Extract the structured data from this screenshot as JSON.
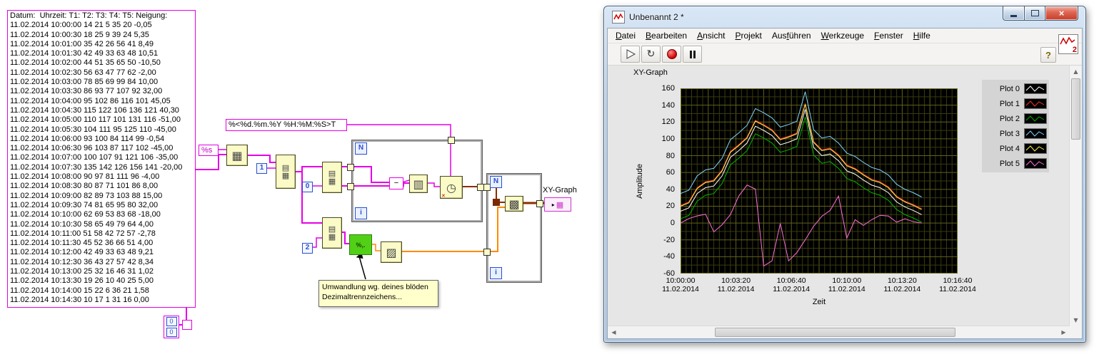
{
  "diagram": {
    "string_constant": {
      "lines": [
        "Datum:  Uhrzeit: T1: T2: T3: T4: T5: Neigung:",
        "11.02.2014 10:00:00 14 21 5 35 20 -0,05",
        "11.02.2014 10:00:30 18 25 9 39 24 5,35",
        "11.02.2014 10:01:00 35 42 26 56 41 8,49",
        "11.02.2014 10:01:30 42 49 33 63 48 10,51",
        "11.02.2014 10:02:00 44 51 35 65 50 -10,50",
        "11.02.2014 10:02:30 56 63 47 77 62 -2,00",
        "11.02.2014 10:03:00 78 85 69 99 84 10,00",
        "11.02.2014 10:03:30 86 93 77 107 92 32,00",
        "11.02.2014 10:04:00 95 102 86 116 101 45,05",
        "11.02.2014 10:04:30 115 122 106 136 121 40,30",
        "11.02.2014 10:05:00 110 117 101 131 116 -51,00",
        "11.02.2014 10:05:30 104 111 95 125 110 -45,00",
        "11.02.2014 10:06:00 93 100 84 114 99 -0,54",
        "11.02.2014 10:06:30 96 103 87 117 102 -45,00",
        "11.02.2014 10:07:00 100 107 91 121 106 -35,00",
        "11.02.2014 10:07:30 135 142 126 156 141 -20,00",
        "11.02.2014 10:08:00 90 97 81 111 96 -4,00",
        "11.02.2014 10:08:30 80 87 71 101 86 8,00",
        "11.02.2014 10:09:00 82 89 73 103 88 15,00",
        "11.02.2014 10:09:30 74 81 65 95 80 32,00",
        "11.02.2014 10:10:00 62 69 53 83 68 -18,00",
        "11.02.2014 10:10:30 58 65 49 79 64 4,00",
        "11.02.2014 10:11:00 51 58 42 72 57 -2,78",
        "11.02.2014 10:11:30 45 52 36 66 51 4,00",
        "11.02.2014 10:12:00 42 49 33 63 48 9,21",
        "11.02.2014 10:12:30 36 43 27 57 42 8,34",
        "11.02.2014 10:13:00 25 32 16 46 31 1,02",
        "11.02.2014 10:13:30 19 26 10 40 25 5,00",
        "11.02.2014 10:14:00 15 22 6 36 21 1,58",
        "11.02.2014 10:14:30 10 17 1 31 16 0,00"
      ]
    },
    "percent_s": "%s",
    "format_string": "%<%d.%m.%Y %H:%M:%S>T",
    "const_1": "1",
    "const_0": "0",
    "const_2": "2",
    "loop_n": "N",
    "loop_i": "i",
    "minus": "−",
    "cluster": [
      "0",
      "0"
    ],
    "comment_line1": "Umwandlung wg. deines blöden",
    "comment_line2": "Dezimaltrennzeichens...",
    "xy_graph_terminal_label": "XY-Graph"
  },
  "window": {
    "title": "Unbenannt 2 *",
    "menu_items": [
      {
        "label": "Datei",
        "accel": 0
      },
      {
        "label": "Bearbeiten",
        "accel": 0
      },
      {
        "label": "Ansicht",
        "accel": 0
      },
      {
        "label": "Projekt",
        "accel": 0
      },
      {
        "label": "Ausführen",
        "accel": 3
      },
      {
        "label": "Werkzeuge",
        "accel": 0
      },
      {
        "label": "Fenster",
        "accel": 0
      },
      {
        "label": "Hilfe",
        "accel": 0
      }
    ],
    "help_label": "?",
    "vi_icon_badge": "2",
    "panel": {
      "graph_label": "XY-Graph"
    }
  },
  "chart_data": {
    "type": "line",
    "title": "XY-Graph",
    "xlabel": "Zeit",
    "ylabel": "Amplitude",
    "ylim": [
      -60,
      160
    ],
    "xlim_seconds": [
      0,
      1000
    ],
    "grid": true,
    "plot_bg": "#000000",
    "grid_color": "#4A4A14",
    "legend_position": "right",
    "y_ticks": [
      160,
      140,
      120,
      100,
      80,
      60,
      40,
      20,
      0,
      -20,
      -40,
      -60
    ],
    "x_ticks": [
      {
        "sec": 0,
        "time": "10:00:00",
        "date": "11.02.2014"
      },
      {
        "sec": 200,
        "time": "10:03:20",
        "date": "11.02.2014"
      },
      {
        "sec": 400,
        "time": "10:06:40",
        "date": "11.02.2014"
      },
      {
        "sec": 600,
        "time": "10:10:00",
        "date": "11.02.2014"
      },
      {
        "sec": 800,
        "time": "10:13:20",
        "date": "11.02.2014"
      },
      {
        "sec": 1000,
        "time": "10:16:40",
        "date": "11.02.2014"
      }
    ],
    "x_seconds": [
      0,
      30,
      60,
      90,
      120,
      150,
      180,
      210,
      240,
      270,
      300,
      330,
      360,
      390,
      420,
      450,
      480,
      510,
      540,
      570,
      600,
      630,
      660,
      690,
      720,
      750,
      780,
      810,
      840,
      870
    ],
    "series": [
      {
        "name": "Plot 0",
        "color": "#FFFFFF",
        "values": [
          14,
          18,
          35,
          42,
          44,
          56,
          78,
          86,
          95,
          115,
          110,
          104,
          93,
          96,
          100,
          135,
          90,
          80,
          82,
          74,
          62,
          58,
          51,
          45,
          42,
          36,
          25,
          19,
          15,
          10
        ]
      },
      {
        "name": "Plot 1",
        "color": "#FF3030",
        "values": [
          21,
          25,
          42,
          49,
          51,
          63,
          85,
          93,
          102,
          122,
          117,
          111,
          100,
          103,
          107,
          142,
          97,
          87,
          89,
          81,
          69,
          65,
          58,
          52,
          49,
          43,
          32,
          26,
          22,
          17
        ]
      },
      {
        "name": "Plot 2",
        "color": "#00B400",
        "values": [
          5,
          9,
          26,
          33,
          35,
          47,
          69,
          77,
          86,
          106,
          101,
          95,
          84,
          87,
          91,
          126,
          81,
          71,
          73,
          65,
          53,
          49,
          42,
          36,
          33,
          27,
          16,
          10,
          6,
          1
        ]
      },
      {
        "name": "Plot 3",
        "color": "#7FD4FF",
        "values": [
          35,
          39,
          56,
          63,
          65,
          77,
          99,
          107,
          116,
          136,
          131,
          125,
          114,
          117,
          121,
          156,
          111,
          101,
          103,
          95,
          83,
          79,
          72,
          66,
          63,
          57,
          46,
          40,
          36,
          31
        ]
      },
      {
        "name": "Plot 4",
        "color": "#FFF050",
        "values": [
          20,
          24,
          41,
          48,
          50,
          62,
          84,
          92,
          101,
          121,
          116,
          110,
          99,
          102,
          106,
          141,
          96,
          86,
          88,
          80,
          68,
          64,
          57,
          51,
          48,
          42,
          31,
          25,
          21,
          16
        ]
      },
      {
        "name": "Plot 5",
        "color": "#FF6EDC",
        "values": [
          -0.05,
          5.35,
          8.49,
          10.51,
          -10.5,
          -2,
          10,
          32,
          45.05,
          40.3,
          -51,
          -45,
          -0.54,
          -45,
          -35,
          -20,
          -4,
          8,
          15,
          32,
          -18,
          4,
          -2.78,
          4,
          9.21,
          8.34,
          1.02,
          5,
          1.58,
          0
        ]
      }
    ]
  }
}
